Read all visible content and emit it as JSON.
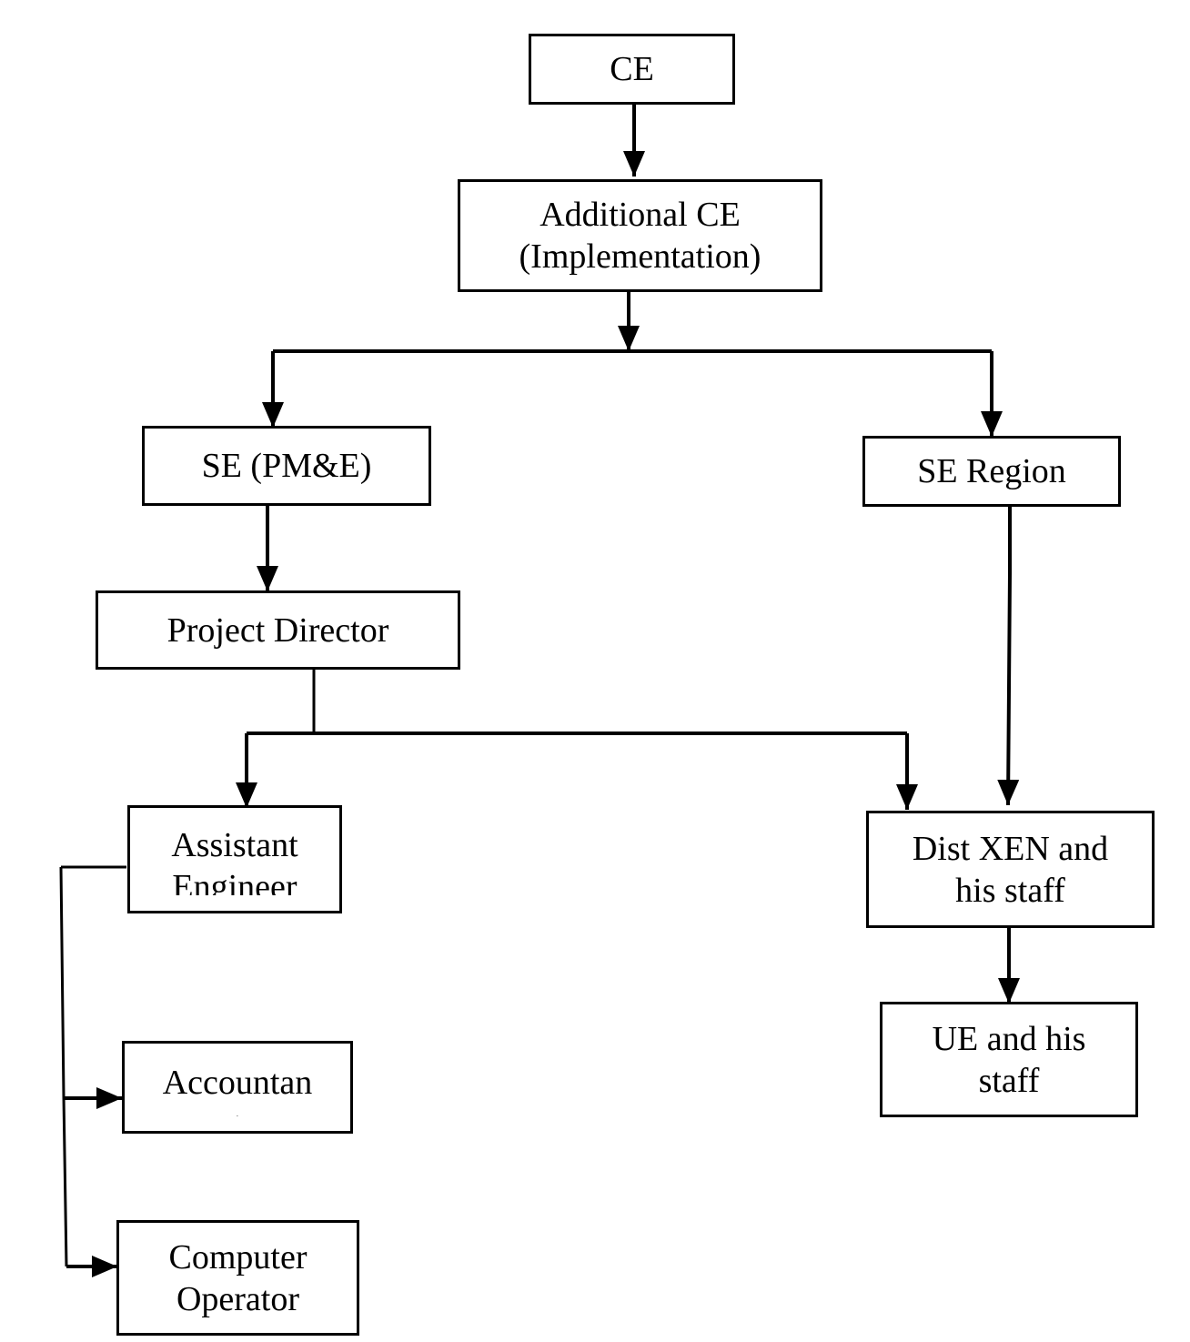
{
  "chart_data": {
    "type": "org-chart",
    "nodes": [
      {
        "id": "ce",
        "label": "CE"
      },
      {
        "id": "ace",
        "label": "Additional CE (Implementation)"
      },
      {
        "id": "se_pme",
        "label": "SE (PM&E)"
      },
      {
        "id": "se_region",
        "label": "SE Region"
      },
      {
        "id": "pd",
        "label": "Project Director"
      },
      {
        "id": "ae",
        "label": "Assistant Engineer"
      },
      {
        "id": "xen",
        "label": "Dist XEN and his staff"
      },
      {
        "id": "ue",
        "label": "UE and his staff"
      },
      {
        "id": "acct",
        "label": "Accountant"
      },
      {
        "id": "op",
        "label": "Computer Operator"
      }
    ],
    "edges": [
      {
        "from": "ce",
        "to": "ace"
      },
      {
        "from": "ace",
        "to": "se_pme"
      },
      {
        "from": "ace",
        "to": "se_region"
      },
      {
        "from": "se_pme",
        "to": "pd"
      },
      {
        "from": "pd",
        "to": "ae"
      },
      {
        "from": "pd",
        "to": "xen"
      },
      {
        "from": "se_region",
        "to": "xen"
      },
      {
        "from": "xen",
        "to": "ue"
      },
      {
        "from": "ae",
        "to": "acct"
      },
      {
        "from": "ae",
        "to": "op"
      }
    ]
  },
  "nodes": {
    "ce": {
      "line1": "CE"
    },
    "ace": {
      "line1": "Additional CE",
      "line2": "(Implementation)"
    },
    "se_pme": {
      "line1": "SE (PM&E)"
    },
    "se_region": {
      "line1": "SE Region"
    },
    "pd": {
      "line1": "Project Director"
    },
    "ae": {
      "line1": "Assistant",
      "line2": "Engineer"
    },
    "xen": {
      "line1": "Dist XEN and",
      "line2": "his staff"
    },
    "ue": {
      "line1": "UE and his",
      "line2": "staff"
    },
    "acct": {
      "line1": "Accountan",
      "line2": "t"
    },
    "op": {
      "line1": "Computer",
      "line2": "Operator"
    }
  },
  "colors": {
    "line": "#000000",
    "box_border": "#000000",
    "background": "#ffffff"
  }
}
